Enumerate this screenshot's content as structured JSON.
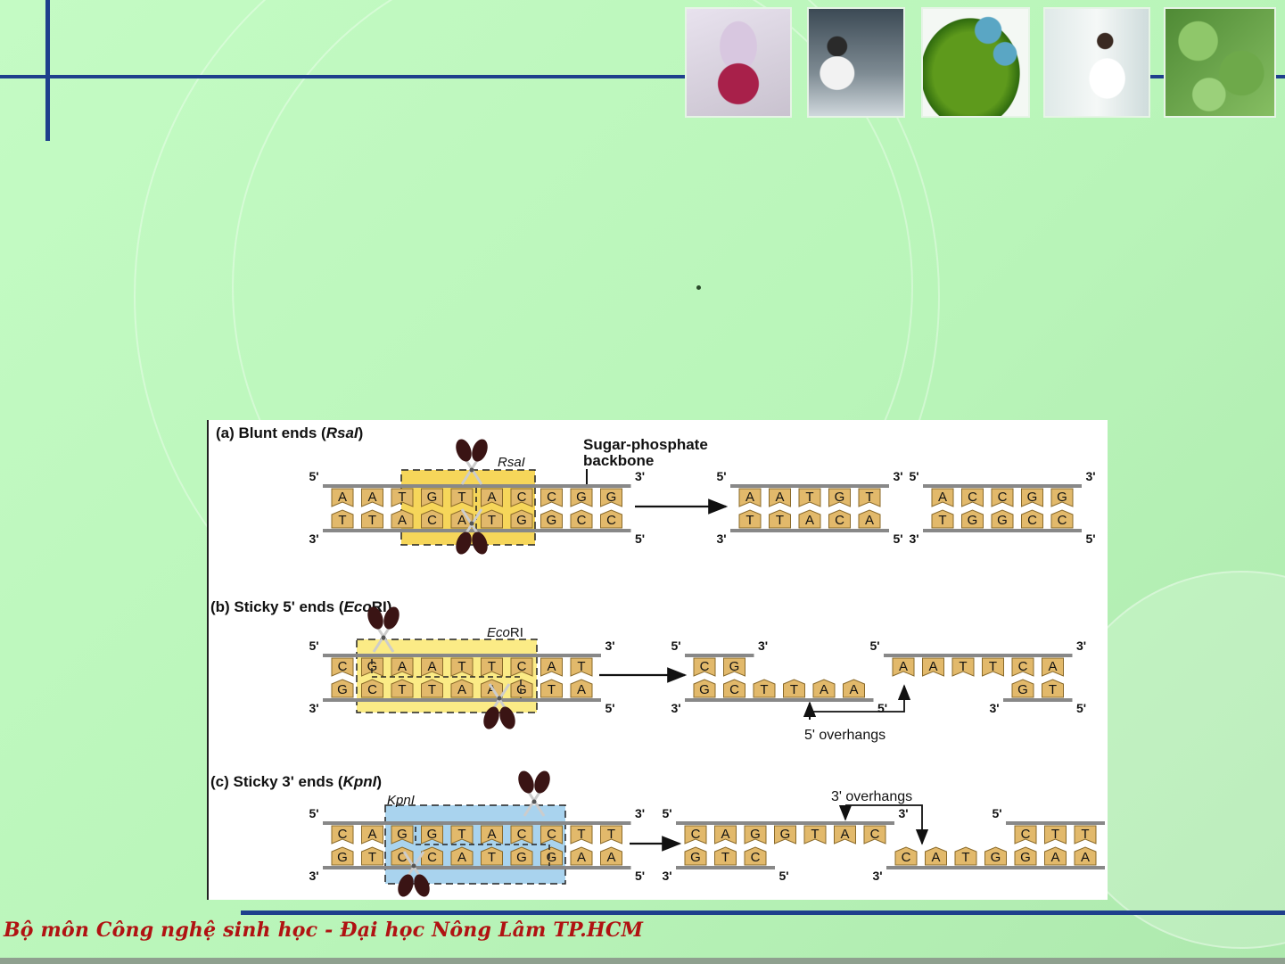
{
  "footer": {
    "text": "Bộ môn Công nghệ sinh học - Đại học Nông Lâm TP.HCM"
  },
  "header": {
    "photos": [
      "orchid-photo",
      "lab-worker-photo",
      "green-cell-photo",
      "scientist-photo",
      "plant-leaves-photo"
    ]
  },
  "figure": {
    "panel_a": {
      "title_pre": "(a) Blunt ends (",
      "title_enzyme": "RsaI",
      "title_post": ")",
      "enzyme": "RsaI",
      "top": [
        "A",
        "A",
        "T",
        "G",
        "T",
        "A",
        "C",
        "C",
        "G",
        "G"
      ],
      "bottom": [
        "T",
        "T",
        "A",
        "C",
        "A",
        "T",
        "G",
        "G",
        "C",
        "C"
      ],
      "backbone_label_1": "Sugar-phosphate",
      "backbone_label_2": "backbone",
      "frag1_top": [
        "A",
        "A",
        "T",
        "G",
        "T"
      ],
      "frag1_bottom": [
        "T",
        "T",
        "A",
        "C",
        "A"
      ],
      "frag2_top": [
        "A",
        "C",
        "C",
        "G",
        "G"
      ],
      "frag2_bottom": [
        "T",
        "G",
        "G",
        "C",
        "C"
      ]
    },
    "panel_b": {
      "title_pre": "(b) Sticky 5' ends (",
      "title_enzyme": "Eco",
      "title_enzyme2": "RI",
      "title_post": ")",
      "enzyme_italic": "Eco",
      "enzyme_roman": "RI",
      "top": [
        "C",
        "G",
        "A",
        "A",
        "T",
        "T",
        "C",
        "A",
        "T"
      ],
      "bottom": [
        "G",
        "C",
        "T",
        "T",
        "A",
        "A",
        "G",
        "T",
        "A"
      ],
      "frag1_top": [
        "C",
        "G"
      ],
      "frag1_bottom": [
        "G",
        "C",
        "T",
        "T",
        "A",
        "A"
      ],
      "frag2_top": [
        "A",
        "A",
        "T",
        "T",
        "C",
        "A"
      ],
      "frag2_bottom": [
        "G",
        "T"
      ],
      "overhang_label": "5' overhangs"
    },
    "panel_c": {
      "title_pre": "(c) Sticky 3' ends (",
      "title_enzyme": "KpnI",
      "title_post": ")",
      "enzyme": "KpnI",
      "top": [
        "C",
        "A",
        "G",
        "G",
        "T",
        "A",
        "C",
        "C",
        "T",
        "T"
      ],
      "bottom": [
        "G",
        "T",
        "C",
        "C",
        "A",
        "T",
        "G",
        "G",
        "A",
        "A"
      ],
      "frag1_top": [
        "C",
        "A",
        "G",
        "G",
        "T",
        "A",
        "C"
      ],
      "frag1_bottom": [
        "G",
        "T",
        "C"
      ],
      "frag2_top": [
        "C",
        "T",
        "T"
      ],
      "frag2_bottom": [
        "C",
        "A",
        "T",
        "G",
        "G",
        "A",
        "A"
      ],
      "overhang_label": "3' overhangs"
    },
    "end_labels": {
      "five": "5'",
      "three": "3'"
    }
  }
}
